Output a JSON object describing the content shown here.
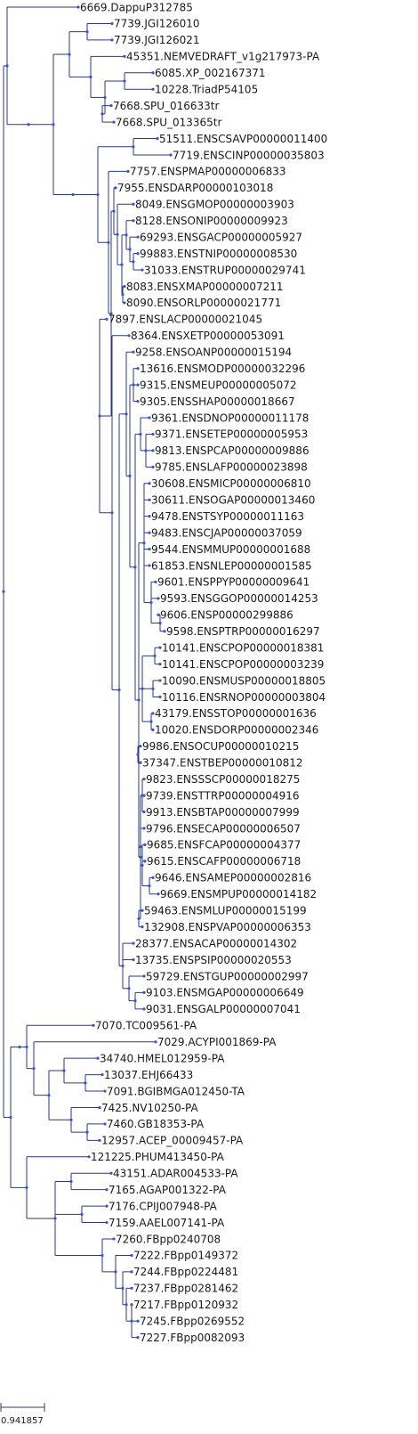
{
  "tree": {
    "leaves": [
      "6669.DappuP312785",
      "7739.JGI126010",
      "7739.JGI126021",
      "45351.NEMVEDRAFT_v1g217973-PA",
      "6085.XP_002167371",
      "10228.TriadP54105",
      "7668.SPU_016633tr",
      "7668.SPU_013365tr",
      "51511.ENSCSAVP00000011400",
      "7719.ENSCINP00000035803",
      "7757.ENSPMAP00000006833",
      "7955.ENSDARP00000103018",
      "8049.ENSGMOP00000003903",
      "8128.ENSONIP00000009923",
      "69293.ENSGACP00000005927",
      "99883.ENSTNIP00000008530",
      "31033.ENSTRUP00000029741",
      "8083.ENSXMAP00000007211",
      "8090.ENSORLP00000021771",
      "7897.ENSLACP00000021045",
      "8364.ENSXETP00000053091",
      "9258.ENSOANP00000015194",
      "13616.ENSMODP00000032296",
      "9315.ENSMEUP00000005072",
      "9305.ENSSHAP00000018667",
      "9361.ENSDNOP00000011178",
      "9371.ENSETEP00000005953",
      "9813.ENSPCAP00000009886",
      "9785.ENSLAFP00000023898",
      "30608.ENSMICP00000006810",
      "30611.ENSOGAP00000013460",
      "9478.ENSTSYP00000011163",
      "9483.ENSCJAP00000037059",
      "9544.ENSMMUP00000001688",
      "61853.ENSNLEP00000001585",
      "9601.ENSPPYP00000009641",
      "9593.ENSGGOP00000014253",
      "9606.ENSP00000299886",
      "9598.ENSPTRP00000016297",
      "10141.ENSCPOP00000018381",
      "10141.ENSCPOP00000003239",
      "10090.ENSMUSP00000018805",
      "10116.ENSRNOP00000003804",
      "43179.ENSSTOP00000001636",
      "10020.ENSDORP00000002346",
      "9986.ENSOCUP00000010215",
      "37347.ENSTBEP00000010812",
      "9823.ENSSSCP00000018275",
      "9739.ENSTTRP00000004916",
      "9913.ENSBTAP00000007999",
      "9796.ENSECAP00000006507",
      "9685.ENSFCAP00000004377",
      "9615.ENSCAFP00000006718",
      "9646.ENSAMEP00000002816",
      "9669.ENSMPUP00000014182",
      "59463.ENSMLUP00000015199",
      "132908.ENSPVAP00000006353",
      "28377.ENSACAP00000014302",
      "13735.ENSPSIP00000020553",
      "59729.ENSTGUP00000002997",
      "9103.ENSMGAP00000006649",
      "9031.ENSGALP00000007041",
      "7070.TC009561-PA",
      "7029.ACYPI001869-PA",
      "34740.HMEL012959-PA",
      "13037.EHJ66433",
      "7091.BGIBMGA012450-TA",
      "7425.NV10250-PA",
      "7460.GB18353-PA",
      "12957.ACEP_00009457-PA",
      "121225.PHUM413450-PA",
      "43151.ADAR004533-PA",
      "7165.AGAP001322-PA",
      "7176.CPIJ007948-PA",
      "7159.AAEL007141-PA",
      "7260.FBpp0240708",
      "7222.FBpp0149372",
      "7244.FBpp0224481",
      "7237.FBpp0281462",
      "7217.FBpp0120932",
      "7245.FBpp0269552",
      "7227.FBpp0082093"
    ],
    "scale_bar_label": "0.941857",
    "colors": {
      "branch": "#2b3a7a",
      "node": "#3b55c9",
      "text": "#1a1a1a"
    }
  }
}
